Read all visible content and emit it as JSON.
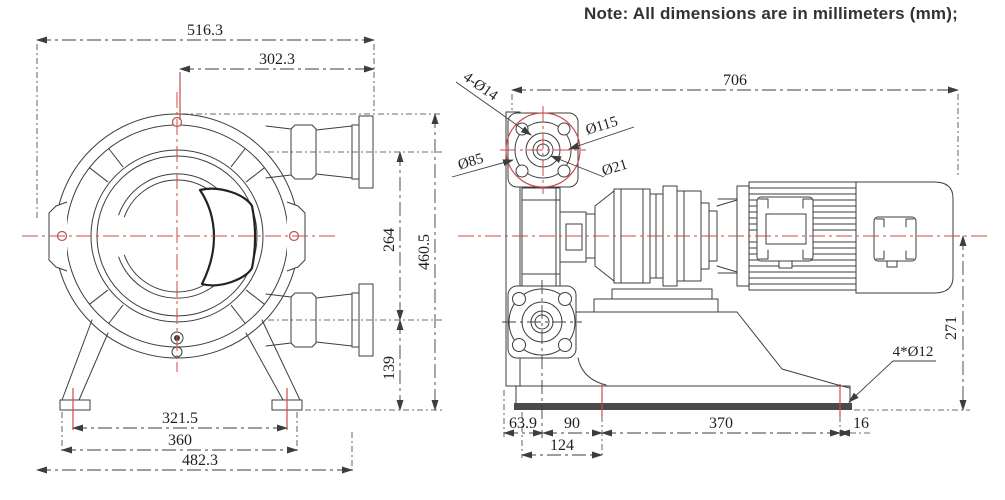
{
  "note": "Note: All dimensions are in millimeters (mm);",
  "colors": {
    "line": "#3d3d3d",
    "centerline": "#cc4b4b",
    "note_text": "#333333",
    "dim_text": "#1f1f1f",
    "base_band": "#4a4a4a",
    "hole_accent": "#b35454"
  },
  "front_view": {
    "title": "pump front view",
    "dims": {
      "overall_width": "516.3",
      "center_to_flange": "302.3",
      "port_spacing": "264",
      "overall_height": "460.5",
      "port_to_base": "139",
      "foot_hole_spacing": "321.5",
      "foot_width": "360",
      "base_width": "482.3"
    }
  },
  "side_view": {
    "title": "pump side view with gearbox and motor",
    "dims": {
      "overall_length": "706",
      "flange_holes": "4-Ø14",
      "bolt_circle": "Ø115",
      "flange_diameter": "Ø85",
      "shaft_bore": "Ø21",
      "center_height": "271",
      "base_holes": "4*Ø12",
      "flange_face_to_center": "63.9",
      "center_to_hole": "90",
      "base_hole_spacing": "370",
      "hole_to_edge": "16",
      "edge_to_hole": "124"
    }
  }
}
